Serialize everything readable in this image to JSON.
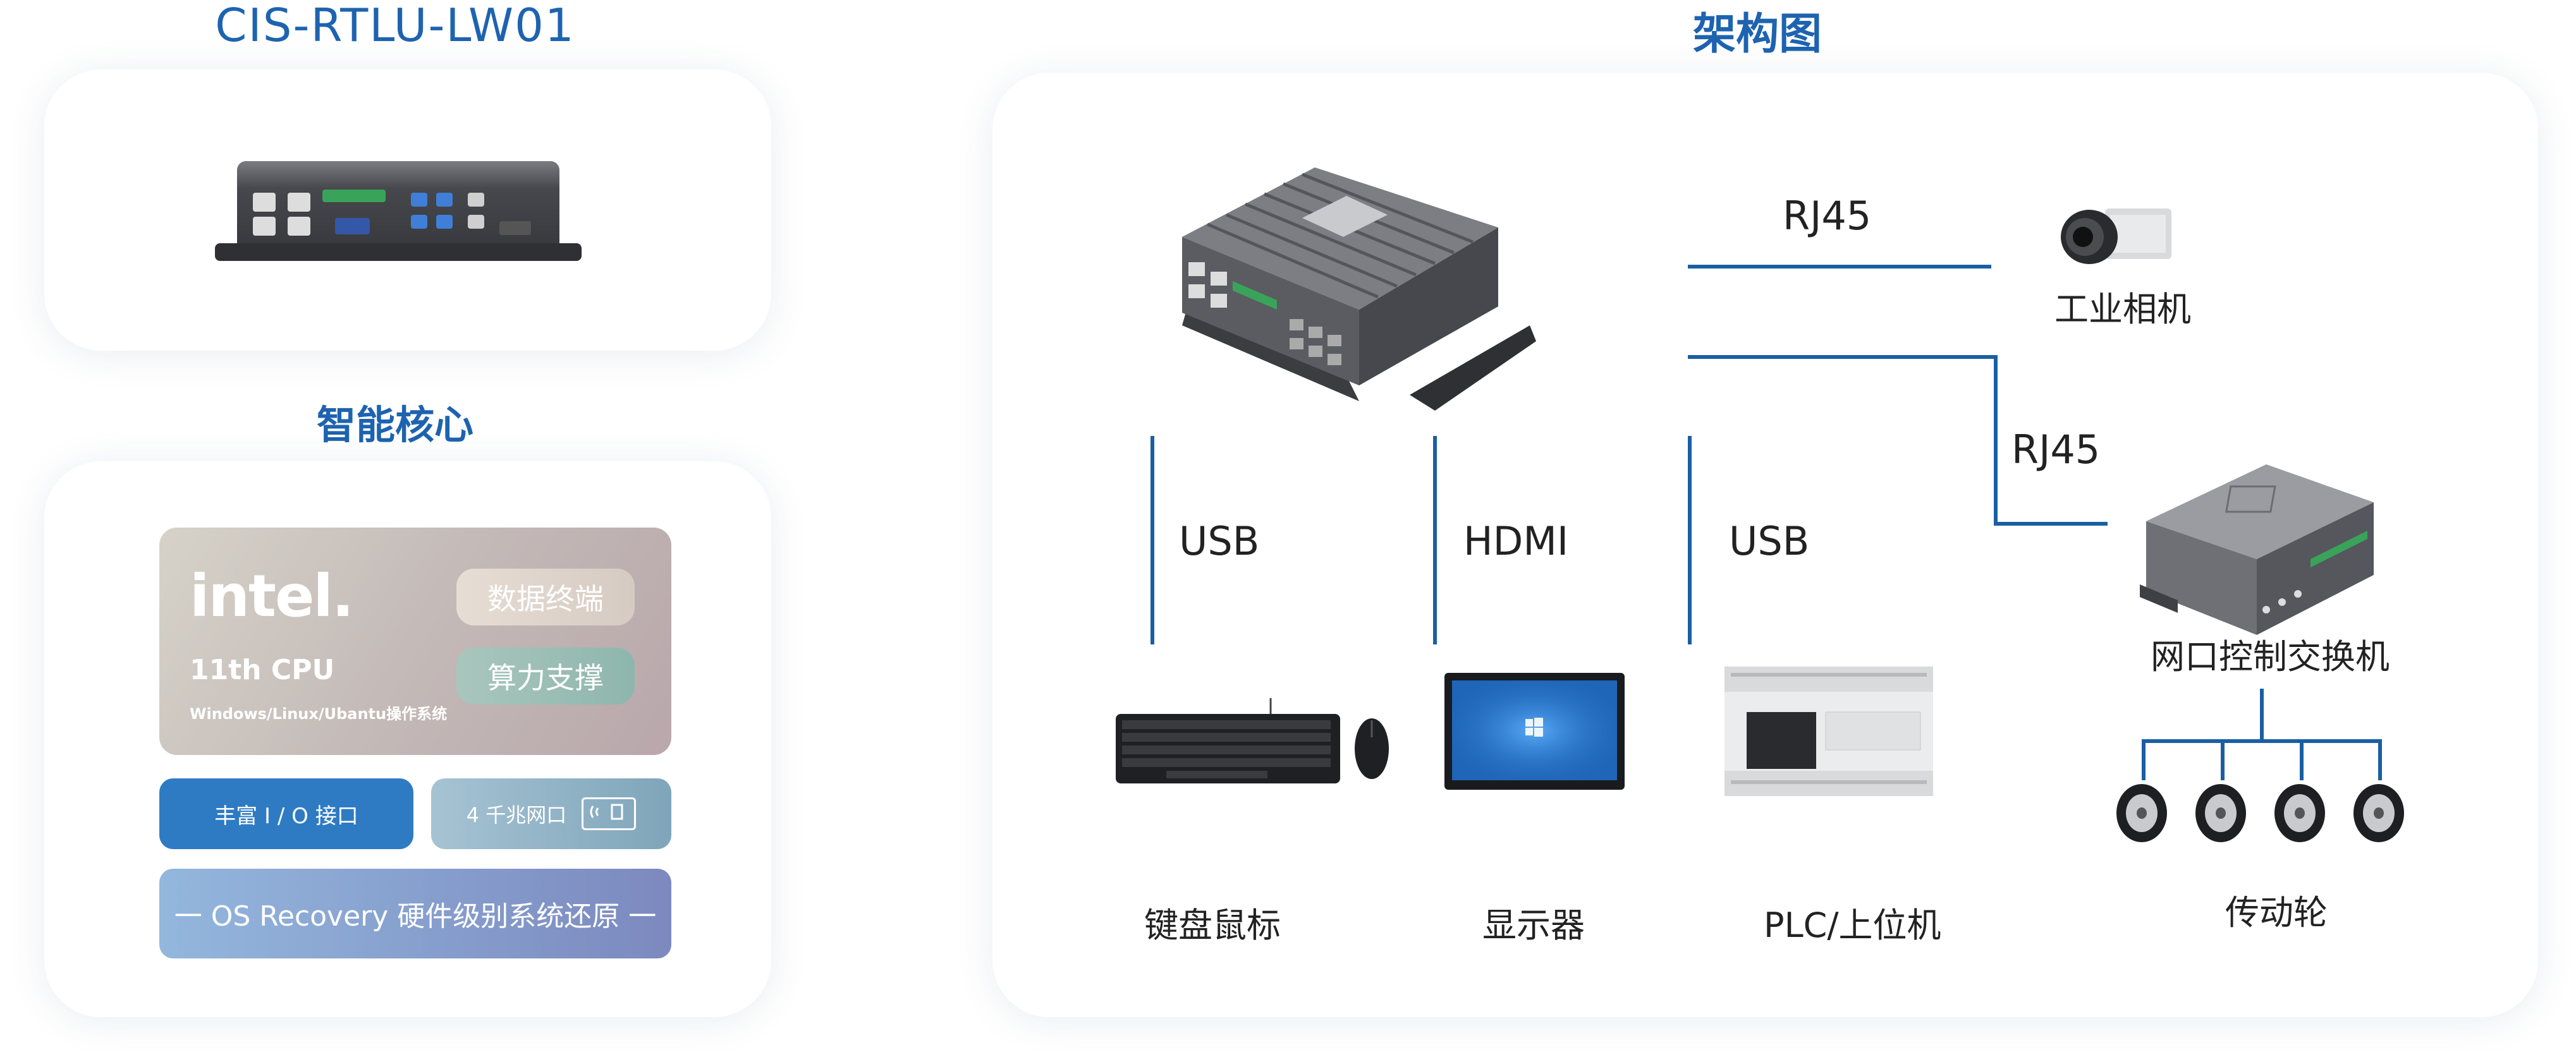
{
  "left": {
    "product_title": "CIS-RTLU-LW01",
    "section_title": "智能核心",
    "intel": {
      "logo": "intel.",
      "cpu": "11th CPU",
      "os": "Windows/Linux/Ubantu操作系统",
      "tag1": "数据终端",
      "tag2": "算力支撑"
    },
    "io_pill": "丰富 I / O 接口",
    "lan_pill": "4 千兆网口",
    "os_recovery": "一 OS Recovery 硬件级别系统还原 一"
  },
  "right": {
    "title": "架构图",
    "labels": {
      "rj45_top": "RJ45",
      "rj45_side": "RJ45",
      "usb_left": "USB",
      "hdmi": "HDMI",
      "usb_right": "USB",
      "camera": "工业相机",
      "switch": "网口控制交换机",
      "keyboard": "键盘鼠标",
      "display": "显示器",
      "plc": "PLC/上位机",
      "wheels": "传动轮"
    }
  },
  "colors": {
    "title_blue": "#1e63b0",
    "line_blue": "#1a5fa3",
    "pill_blue": "#2e7bc4",
    "pill_teal": "#8fb4c6",
    "recovery_from": "#93b7dd",
    "recovery_to": "#7c89bf"
  }
}
